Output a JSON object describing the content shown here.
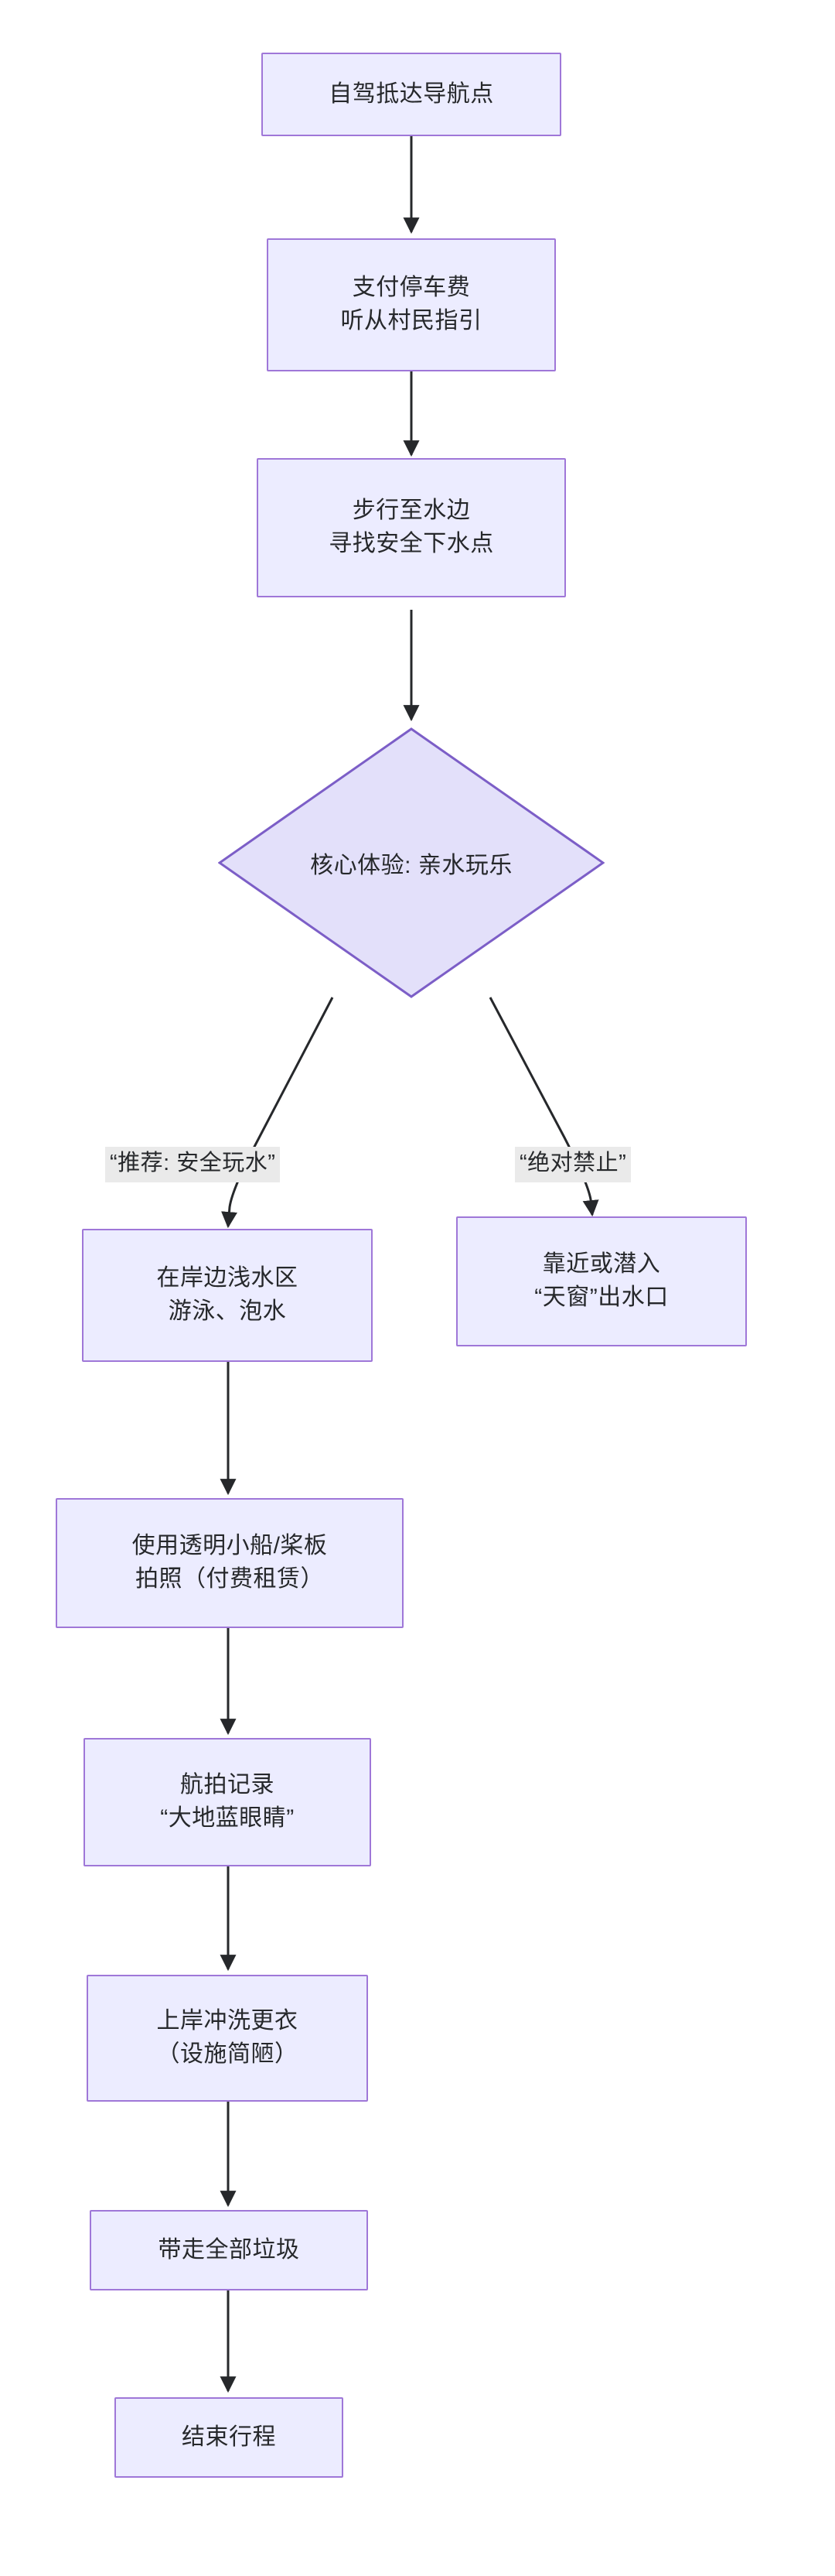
{
  "diagram": {
    "type": "flowchart",
    "direction": "top-down",
    "title": "",
    "theme": {
      "node_fill": "#ececff",
      "node_stroke": "#9f77d8",
      "decision_fill": "#e3e0fa",
      "decision_stroke": "#7c5ec7",
      "edge_color": "#26282b",
      "text_color": "#26282b",
      "edge_label_bg": "#eaeaea",
      "background": "#ffffff"
    },
    "nodes": [
      {
        "id": "n1",
        "shape": "rect",
        "lines": [
          "自驾抵达导航点"
        ]
      },
      {
        "id": "n2",
        "shape": "rect",
        "lines": [
          "支付停车费",
          "听从村民指引"
        ]
      },
      {
        "id": "n3",
        "shape": "rect",
        "lines": [
          "步行至水边",
          "寻找安全下水点"
        ]
      },
      {
        "id": "d1",
        "shape": "diamond",
        "lines": [
          "核心体验: 亲水玩乐"
        ]
      },
      {
        "id": "n4",
        "shape": "rect",
        "lines": [
          "在岸边浅水区",
          "游泳、泡水"
        ]
      },
      {
        "id": "n5",
        "shape": "rect",
        "lines": [
          "靠近或潜入",
          "“天窗”出水口"
        ]
      },
      {
        "id": "n6",
        "shape": "rect",
        "lines": [
          "使用透明小船/桨板",
          "拍照（付费租赁）"
        ]
      },
      {
        "id": "n7",
        "shape": "rect",
        "lines": [
          "航拍记录",
          "“大地蓝眼睛”"
        ]
      },
      {
        "id": "n8",
        "shape": "rect",
        "lines": [
          "上岸冲洗更衣",
          "（设施简陋）"
        ]
      },
      {
        "id": "n9",
        "shape": "rect",
        "lines": [
          "带走全部垃圾"
        ]
      },
      {
        "id": "n10",
        "shape": "rect",
        "lines": [
          "结束行程"
        ]
      }
    ],
    "edges": [
      {
        "from": "n1",
        "to": "n2",
        "label": ""
      },
      {
        "from": "n2",
        "to": "n3",
        "label": ""
      },
      {
        "from": "n3",
        "to": "d1",
        "label": ""
      },
      {
        "from": "d1",
        "to": "n4",
        "label": "“推荐: 安全玩水”"
      },
      {
        "from": "d1",
        "to": "n5",
        "label": "“绝对禁止”"
      },
      {
        "from": "n4",
        "to": "n6",
        "label": ""
      },
      {
        "from": "n6",
        "to": "n7",
        "label": ""
      },
      {
        "from": "n7",
        "to": "n8",
        "label": ""
      },
      {
        "from": "n8",
        "to": "n9",
        "label": ""
      },
      {
        "from": "n9",
        "to": "n10",
        "label": ""
      }
    ]
  }
}
